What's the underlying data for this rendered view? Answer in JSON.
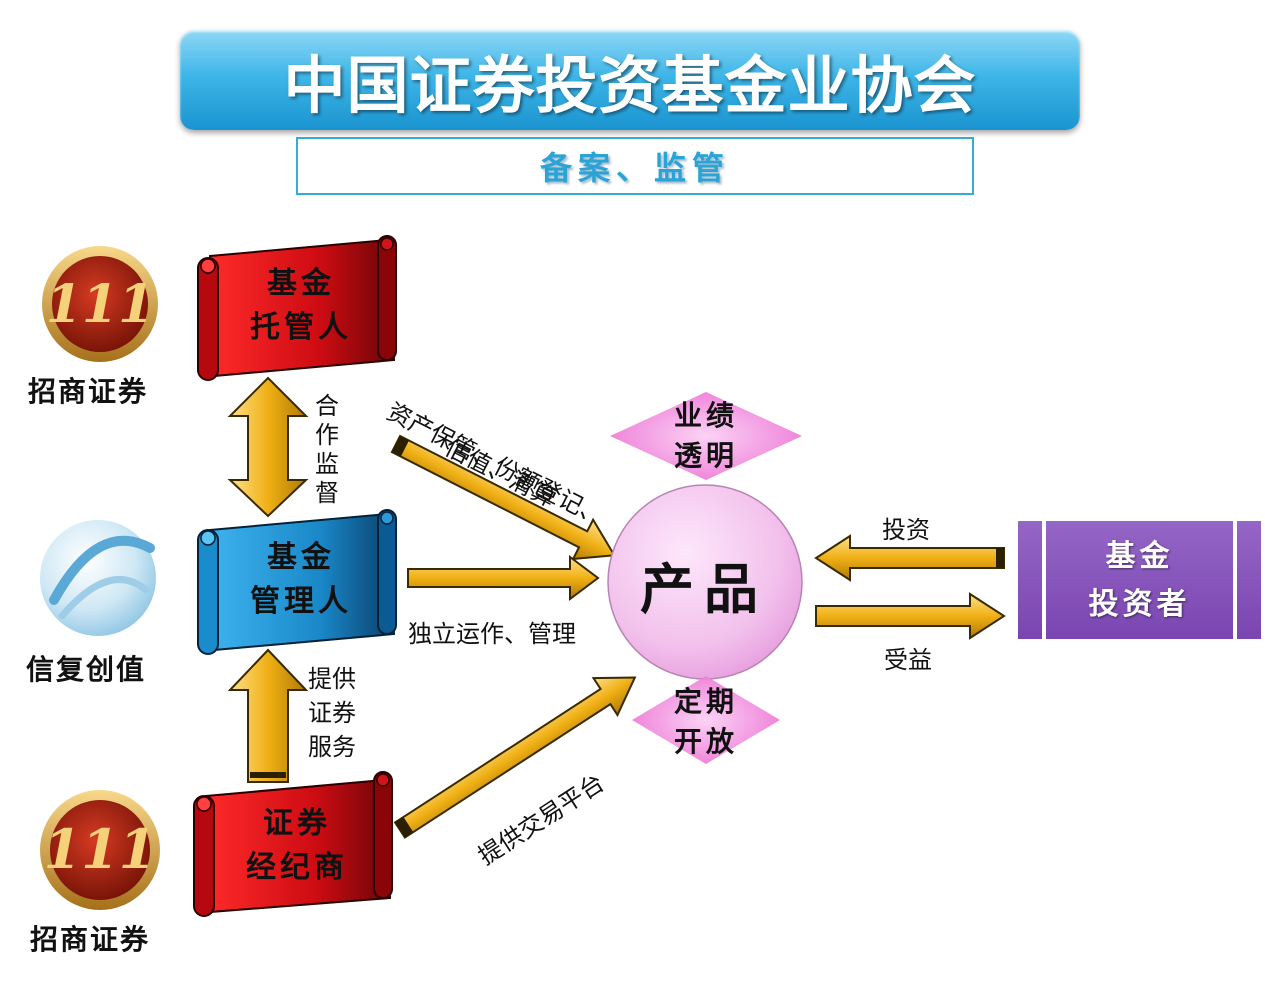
{
  "header": {
    "title": "中国证券投资基金业协会",
    "subtitle": "备案、监管"
  },
  "entities": {
    "custodian": {
      "line1": "基金",
      "line2": "托管人"
    },
    "manager": {
      "line1": "基金",
      "line2": "管理人"
    },
    "broker": {
      "line1": "证券",
      "line2": "经纪商"
    },
    "product": "产品",
    "investor": {
      "line1": "基金",
      "line2": "投资者"
    }
  },
  "logos": {
    "top": "招商证券",
    "middle": "信复创值",
    "bottom": "招商证券"
  },
  "diamonds": {
    "top": {
      "line1": "业绩",
      "line2": "透明"
    },
    "bottom": {
      "line1": "定期",
      "line2": "开放"
    }
  },
  "relations": {
    "cooperation": [
      "合",
      "作",
      "监",
      "督"
    ],
    "services": [
      "提供",
      "证券",
      "服务"
    ],
    "custody_line1": "资产保管、份额登记、",
    "custody_line2": "估值、清算",
    "operation": "独立运作、管理",
    "trading_platform": "提供交易平台",
    "invest": "投资",
    "benefit": "受益"
  },
  "colors": {
    "title_blue": "#2aa3d6",
    "scroll_red": "#c4101a",
    "scroll_blue": "#1c8fd0",
    "arrow_gold": "#f0b418",
    "product_pink": "#f2c4ee",
    "diamond_pink": "#f07ad8",
    "investor_purple": "#8a55be"
  }
}
